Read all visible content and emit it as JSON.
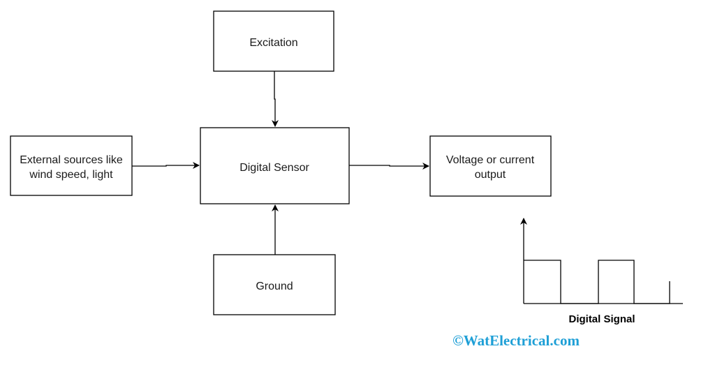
{
  "diagram": {
    "excitation_label": "Excitation",
    "sensor_label": "Digital Sensor",
    "external_label_line1": "External sources like",
    "external_label_line2": "wind speed, light",
    "output_label_line1": "Voltage or current",
    "output_label_line2": "output",
    "ground_label": "Ground"
  },
  "signal": {
    "caption": "Digital Signal"
  },
  "watermark": {
    "text": "©WatElectrical.com",
    "color": "#1e9fd6"
  },
  "colors": {
    "stroke": "#000000",
    "text": "#1a1a1a"
  }
}
